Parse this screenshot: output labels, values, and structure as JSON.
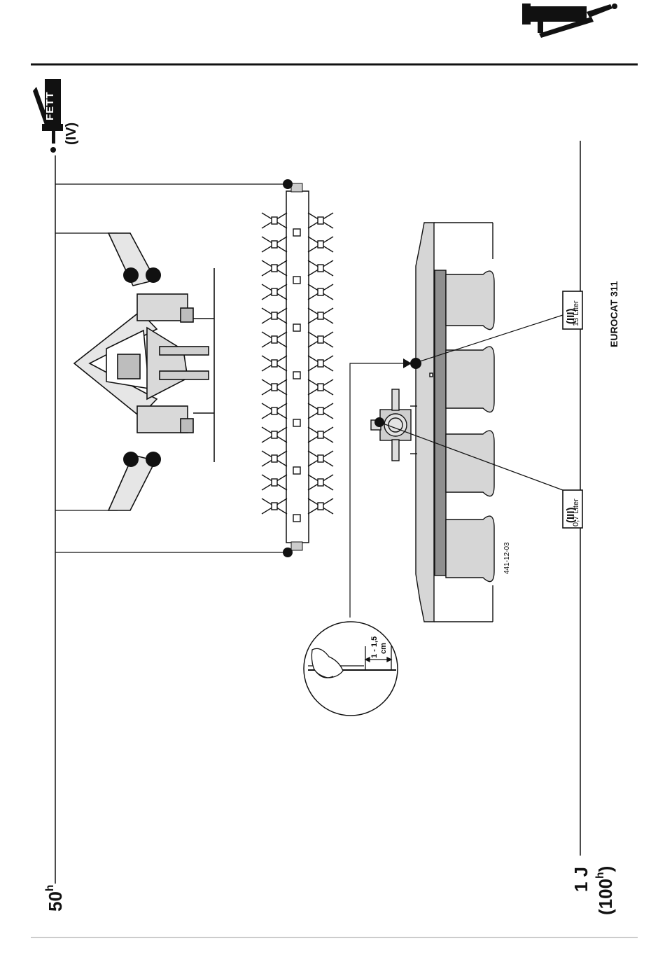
{
  "labels": {
    "interval_50": "50",
    "interval_50_sup": "h",
    "interval_1j": "1 J",
    "interval_100": "(100",
    "interval_100_sup": "h",
    "interval_100_close": ")",
    "fett_word": "FETT",
    "fett_class": "(IV)",
    "oil_13_class": "(III)",
    "oil_13_amount": "13 Liter",
    "oil_07_class": "(III)",
    "oil_07_amount": "0,7 Liter",
    "model": "EUROCAT 311",
    "figure_no": "441-12-03",
    "detail_measure": "1 - 1,5",
    "detail_unit": "cm"
  },
  "icons": [
    "grease-gun-icon",
    "grease-gun-fett-icon",
    "lubrication-point-icon",
    "hand-dipstick-icon"
  ]
}
